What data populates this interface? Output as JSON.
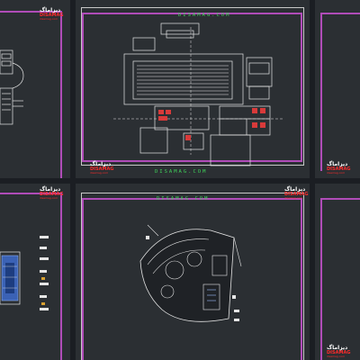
{
  "watermark": "DISAMAG.COM",
  "logo": {
    "line1": "ديزاماگ",
    "line2": "DISAMAG",
    "line3": "disamag.com"
  },
  "colors": {
    "background": "#2b2f33",
    "frame_accent": "#b04cb8",
    "watermark": "#3fd45a",
    "logo_red": "#ff2b2b"
  }
}
